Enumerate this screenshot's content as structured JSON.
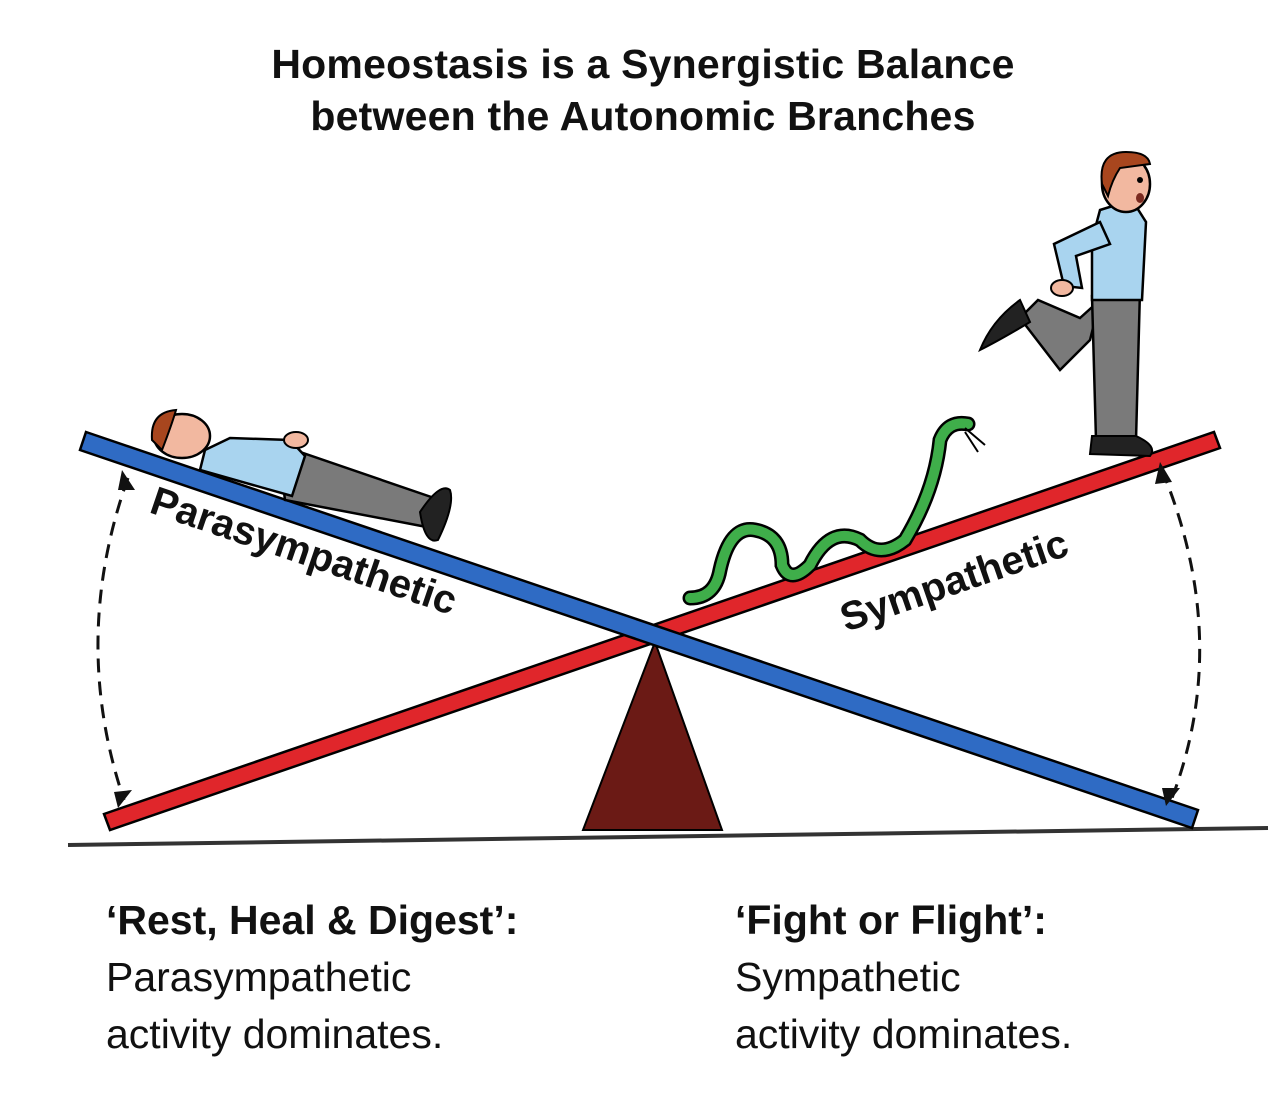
{
  "title": {
    "line1": "Homeostasis is a Synergistic Balance",
    "line2": "between the Autonomic Branches"
  },
  "seesaw": {
    "parasympathetic_beam": {
      "label": "Parasympathetic",
      "color": "#2f6bc4"
    },
    "sympathetic_beam": {
      "label": "Sympathetic",
      "color": "#e0262b"
    },
    "fulcrum_color": "#6b1a15",
    "ground_color": "#333333"
  },
  "figures": {
    "left": "resting-man",
    "right_threat": "snake",
    "right": "running-man"
  },
  "captions": {
    "left": {
      "heading": "‘Rest, Heal & Digest’:",
      "line1": "Parasympathetic",
      "line2": "activity dominates."
    },
    "right": {
      "heading": "‘Fight or Flight’:",
      "line1": "Sympathetic",
      "line2": "activity dominates."
    }
  }
}
